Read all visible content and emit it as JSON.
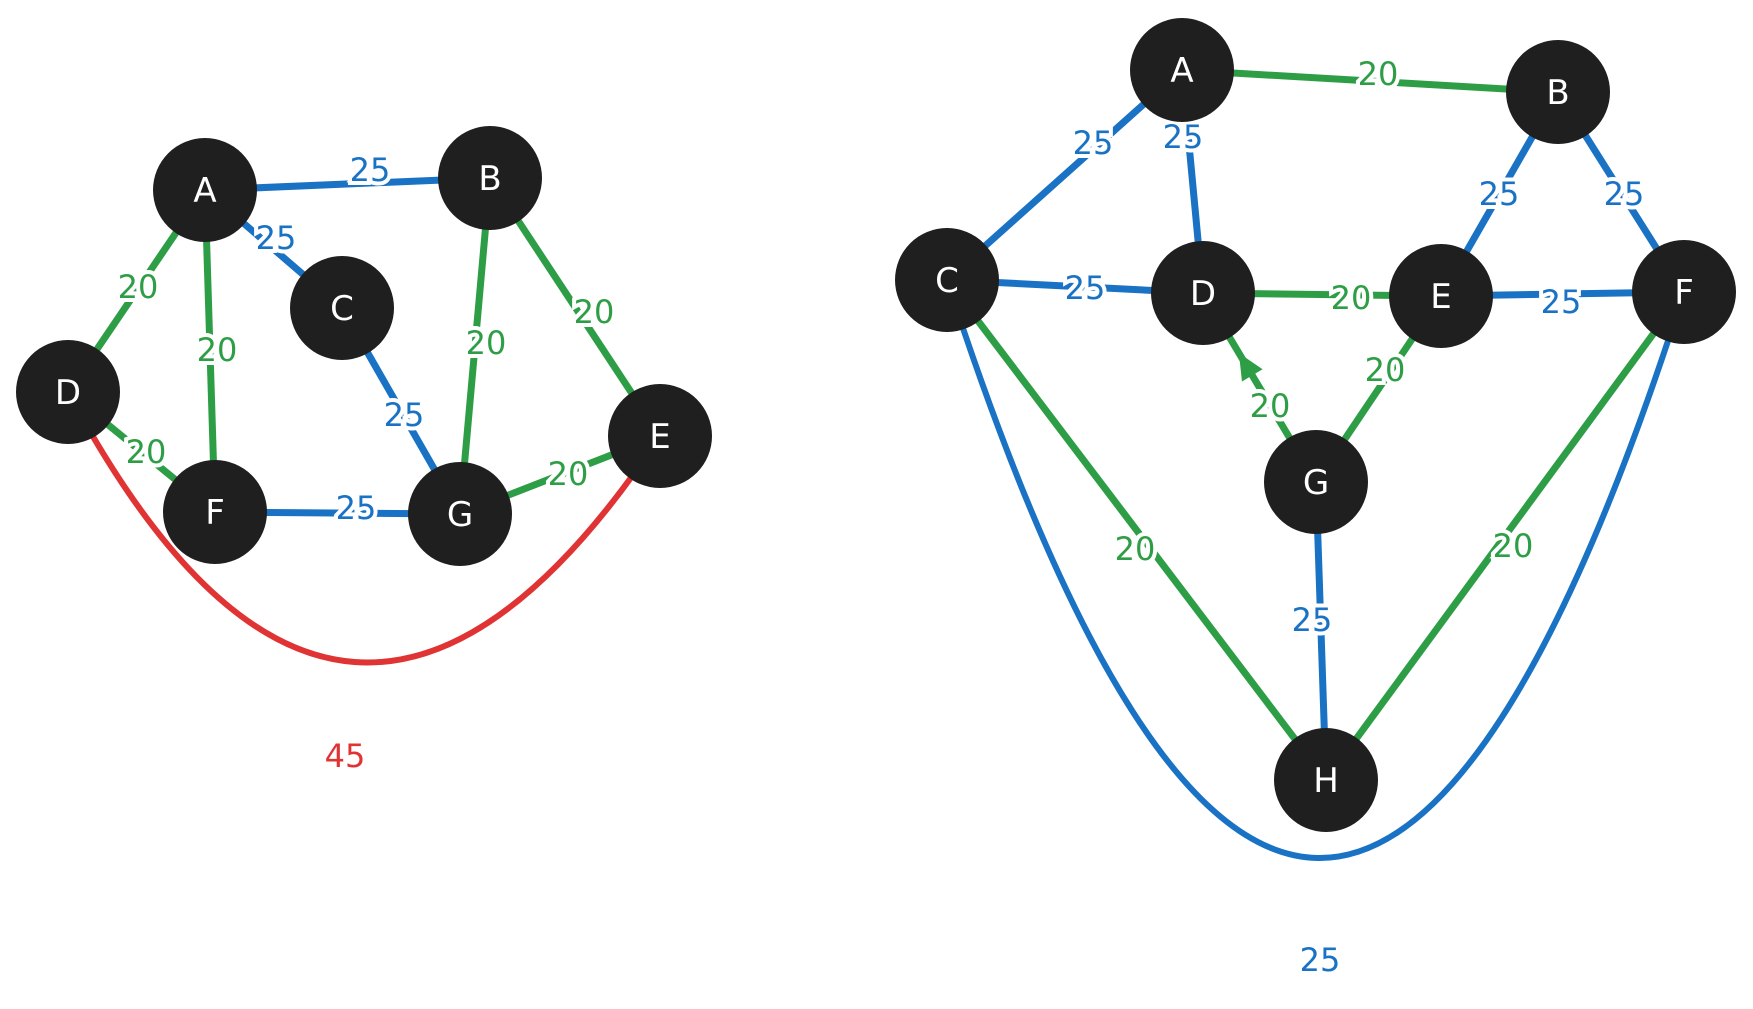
{
  "colors": {
    "green": "#2e9e46",
    "blue": "#1a72c4",
    "red": "#e03333",
    "node": "#1f1f1f",
    "node_text": "#ffffff"
  },
  "graphs": [
    {
      "id": "left",
      "nodes": [
        "A",
        "B",
        "C",
        "D",
        "E",
        "F",
        "G"
      ],
      "edges": [
        {
          "from": "A",
          "to": "B",
          "weight": "25",
          "color": "blue"
        },
        {
          "from": "A",
          "to": "C",
          "weight": "25",
          "color": "blue"
        },
        {
          "from": "A",
          "to": "D",
          "weight": "20",
          "color": "green"
        },
        {
          "from": "A",
          "to": "F",
          "weight": "20",
          "color": "green"
        },
        {
          "from": "B",
          "to": "G",
          "weight": "20",
          "color": "green"
        },
        {
          "from": "B",
          "to": "E",
          "weight": "20",
          "color": "green"
        },
        {
          "from": "C",
          "to": "G",
          "weight": "25",
          "color": "blue"
        },
        {
          "from": "D",
          "to": "F",
          "weight": "20",
          "color": "green"
        },
        {
          "from": "F",
          "to": "G",
          "weight": "25",
          "color": "blue"
        },
        {
          "from": "G",
          "to": "E",
          "weight": "20",
          "color": "green"
        },
        {
          "from": "D",
          "to": "E",
          "weight": "45",
          "color": "red",
          "curved": true
        }
      ]
    },
    {
      "id": "right",
      "nodes": [
        "A",
        "B",
        "C",
        "D",
        "E",
        "F",
        "G",
        "H"
      ],
      "edges": [
        {
          "from": "A",
          "to": "B",
          "weight": "20",
          "color": "green"
        },
        {
          "from": "A",
          "to": "C",
          "weight": "25",
          "color": "blue"
        },
        {
          "from": "A",
          "to": "D",
          "weight": "25",
          "color": "blue"
        },
        {
          "from": "B",
          "to": "E",
          "weight": "25",
          "color": "blue"
        },
        {
          "from": "B",
          "to": "F",
          "weight": "25",
          "color": "blue"
        },
        {
          "from": "C",
          "to": "D",
          "weight": "25",
          "color": "blue"
        },
        {
          "from": "D",
          "to": "E",
          "weight": "20",
          "color": "green"
        },
        {
          "from": "E",
          "to": "F",
          "weight": "25",
          "color": "blue"
        },
        {
          "from": "G",
          "to": "D",
          "weight": "20",
          "color": "green",
          "arrow": true
        },
        {
          "from": "G",
          "to": "E",
          "weight": "20",
          "color": "green"
        },
        {
          "from": "G",
          "to": "H",
          "weight": "25",
          "color": "blue"
        },
        {
          "from": "C",
          "to": "H",
          "weight": "20",
          "color": "green"
        },
        {
          "from": "F",
          "to": "H",
          "weight": "20",
          "color": "green"
        },
        {
          "from": "C",
          "to": "F",
          "weight": "25",
          "color": "blue",
          "curved": true
        }
      ]
    }
  ]
}
